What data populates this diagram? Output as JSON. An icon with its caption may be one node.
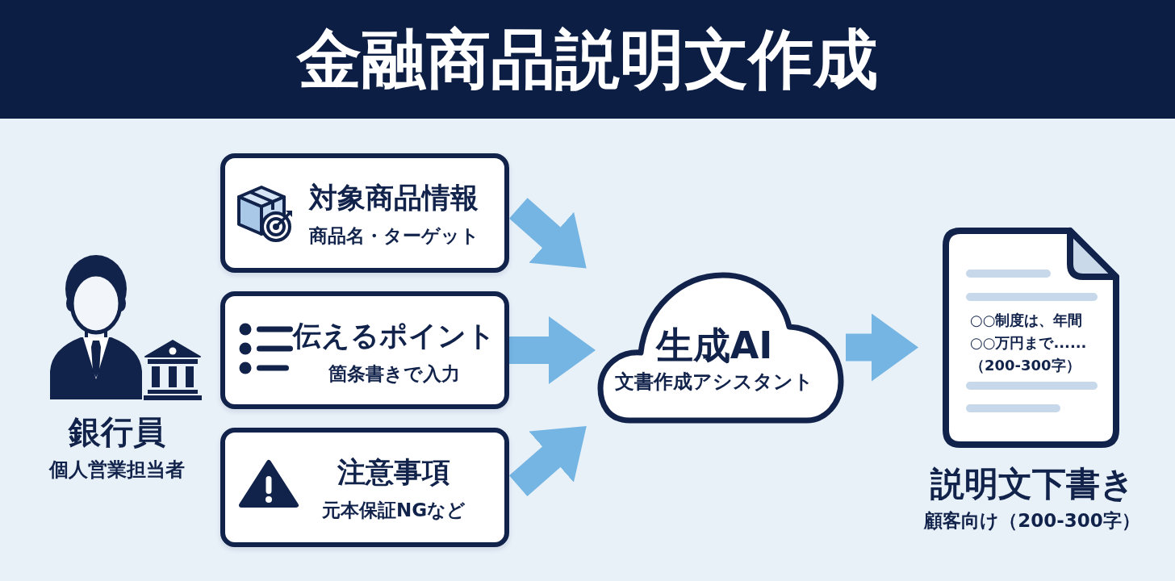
{
  "diagram": {
    "title": "金融商品説明文作成",
    "nodes": [
      {
        "text": [
          "銀行員",
          "個人営業担当者"
        ]
      },
      {
        "text": [
          "対象商品情報",
          "商品名・ターゲット"
        ]
      },
      {
        "text": [
          "伝えるポイント",
          "箇条書きで入力"
        ]
      },
      {
        "text": [
          "注意事項",
          "元本保証NGなど"
        ]
      },
      {
        "text": [
          "生成AI",
          "文書作成アシスタント"
        ]
      },
      {
        "text": [
          "○○制度は、年間○○万円まで......（200-300字）",
          "説明文下書き",
          "顧客向け（200-300字）"
        ]
      }
    ],
    "edges": [
      {
        "from": 1,
        "to": 4,
        "arrow": "to"
      },
      {
        "from": 2,
        "to": 4,
        "arrow": "to"
      },
      {
        "from": 3,
        "to": 4,
        "arrow": "to"
      },
      {
        "from": 4,
        "to": 5,
        "arrow": "to"
      }
    ]
  }
}
